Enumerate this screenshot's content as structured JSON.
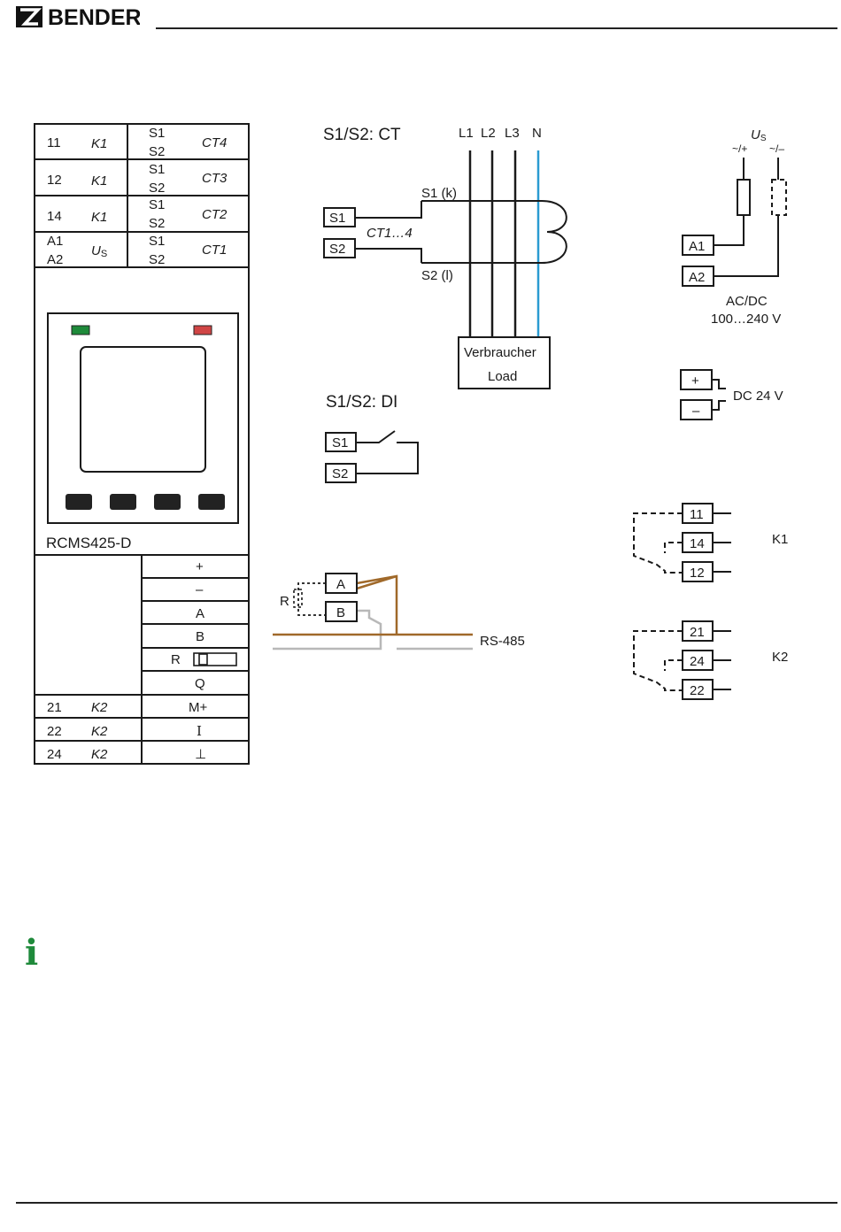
{
  "header": {
    "logo_text": "BENDER"
  },
  "device": {
    "name": "RCMS425-D",
    "top_rows": [
      {
        "t1": "11",
        "t2": "",
        "func": "K1",
        "s1": "S1",
        "s2": "S2",
        "ct": "CT4"
      },
      {
        "t1": "12",
        "t2": "",
        "func": "K1",
        "s1": "S1",
        "s2": "S2",
        "ct": "CT3"
      },
      {
        "t1": "14",
        "t2": "",
        "func": "K1",
        "s1": "S1",
        "s2": "S2",
        "ct": "CT2"
      },
      {
        "t1": "A1",
        "t2": "A2",
        "func": "U",
        "func_sub": "S",
        "s1": "S1",
        "s2": "S2",
        "ct": "CT1"
      }
    ],
    "right_column": [
      "+",
      "–",
      "A",
      "B",
      "R",
      "Q"
    ],
    "bottom_rows": [
      {
        "term": "21",
        "func": "K2",
        "sig": "M+"
      },
      {
        "term": "22",
        "func": "K2",
        "sig": "I"
      },
      {
        "term": "24",
        "func": "K2",
        "sig": "⊥"
      }
    ],
    "led_colors": [
      "#1e8a3a",
      "#d04545"
    ]
  },
  "ct_section": {
    "title": "S1/S2: CT",
    "lines": [
      "L1",
      "L2",
      "L3",
      "N"
    ],
    "terminal_s1": "S1",
    "terminal_s2": "S2",
    "label_s1": "S1 (k)",
    "label_s2": "S2 (l)",
    "ct_label": "CT1…4",
    "load_line1": "Verbraucher",
    "load_line2": "Load"
  },
  "di_section": {
    "title": "S1/S2: DI",
    "terminal_s1": "S1",
    "terminal_s2": "S2"
  },
  "supply": {
    "us_label": "U",
    "us_sub": "S",
    "plus_label": "~/+",
    "minus_label": "~/–",
    "terminal_a1": "A1",
    "terminal_a2": "A2",
    "voltage_line1": "AC/DC",
    "voltage_line2": "100…240 V",
    "dc_plus": "+",
    "dc_minus": "–",
    "dc_label": "DC 24 V"
  },
  "rs485": {
    "r_label": "R",
    "terminal_a": "A",
    "terminal_b": "B",
    "bus_label": "RS-485",
    "wire_a_color": "#a0692a",
    "wire_b_color": "#b8b8b8"
  },
  "relays": [
    {
      "name": "K1",
      "terminals": [
        "11",
        "14",
        "12"
      ]
    },
    {
      "name": "K2",
      "terminals": [
        "21",
        "24",
        "22"
      ]
    }
  ],
  "info": {
    "icon": "info-icon"
  },
  "colors": {
    "n_line": "#2a9bd1"
  }
}
